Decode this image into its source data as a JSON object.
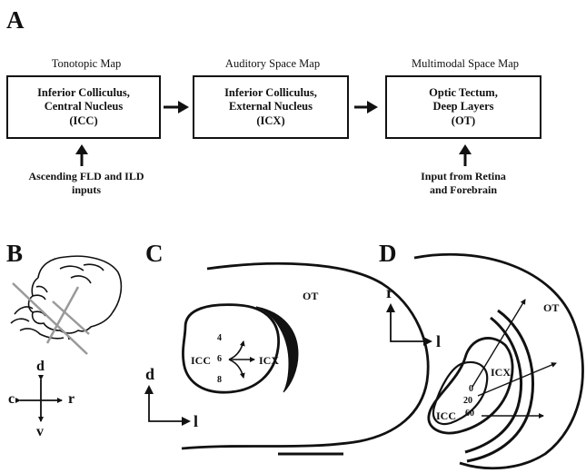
{
  "panel_a": {
    "letter": "A",
    "stages": [
      {
        "title": "Tonotopic Map",
        "lines": [
          "Inferior Colliculus,",
          "Central Nucleus",
          "(ICC)"
        ]
      },
      {
        "title": "Auditory Space Map",
        "lines": [
          "Inferior Colliculus,",
          "External Nucleus",
          "(ICX)"
        ]
      },
      {
        "title": "Multimodal Space Map",
        "lines": [
          "Optic Tectum,",
          "Deep Layers",
          "(OT)"
        ]
      }
    ],
    "inputs": [
      {
        "lines": [
          "Ascending FLD and ILD",
          "inputs"
        ]
      },
      {
        "lines": [
          "Input from Retina",
          "and Forebrain"
        ]
      }
    ]
  },
  "panel_b": {
    "letter": "B",
    "compass": {
      "up": "d",
      "down": "v",
      "left": "c",
      "right": "r"
    }
  },
  "panel_c": {
    "letter": "C",
    "labels": {
      "ot": "OT",
      "icc": "ICC",
      "icx": "ICX",
      "freq_top": "4",
      "freq_mid": "6",
      "freq_bottom": "8"
    },
    "axes": {
      "vertical": "d",
      "horizontal": "l"
    }
  },
  "panel_d": {
    "letter": "D",
    "labels": {
      "ot": "OT",
      "icc": "ICC",
      "icx": "ICX",
      "angle_0": "0",
      "angle_20": "20",
      "angle_60": "60"
    },
    "axes": {
      "vertical": "r",
      "horizontal": "l"
    }
  }
}
